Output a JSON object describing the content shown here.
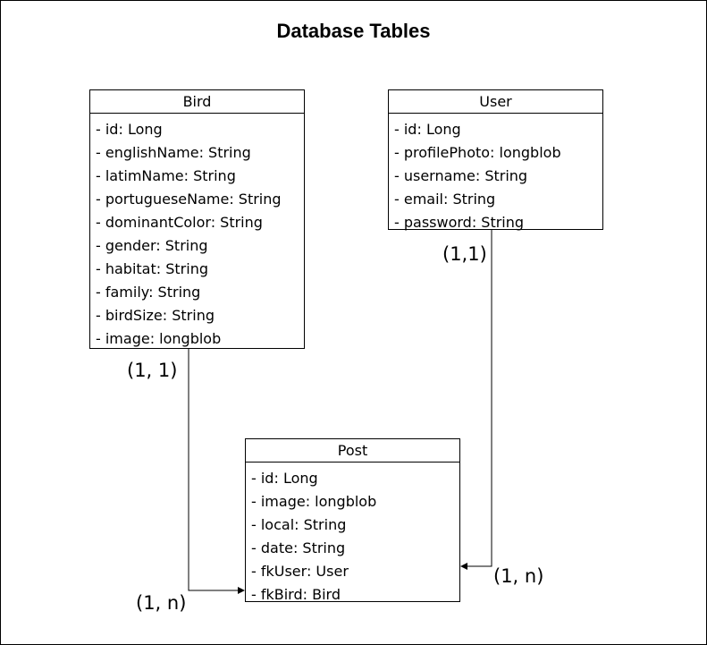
{
  "title": "Database Tables",
  "entities": {
    "bird": {
      "name": "Bird",
      "fields": [
        "- id: Long",
        "- englishName: String",
        "- latimName: String",
        "- portugueseName: String",
        "- dominantColor: String",
        "- gender: String",
        "- habitat: String",
        "- family: String",
        "- birdSize: String",
        "- image: longblob"
      ]
    },
    "user": {
      "name": "User",
      "fields": [
        "- id: Long",
        "- profilePhoto: longblob",
        "- username: String",
        "- email: String",
        "- password: String"
      ]
    },
    "post": {
      "name": "Post",
      "fields": [
        "- id: Long",
        "- image: longblob",
        "- local: String",
        "- date: String",
        "- fkUser: User",
        "- fkBird: Bird"
      ]
    }
  },
  "cardinalities": {
    "bird_side": "(1, 1)",
    "user_side": "(1,1)",
    "post_bird_side": "(1, n)",
    "post_user_side": "(1, n)"
  },
  "colors": {
    "stroke": "#000000",
    "background": "#ffffff"
  }
}
